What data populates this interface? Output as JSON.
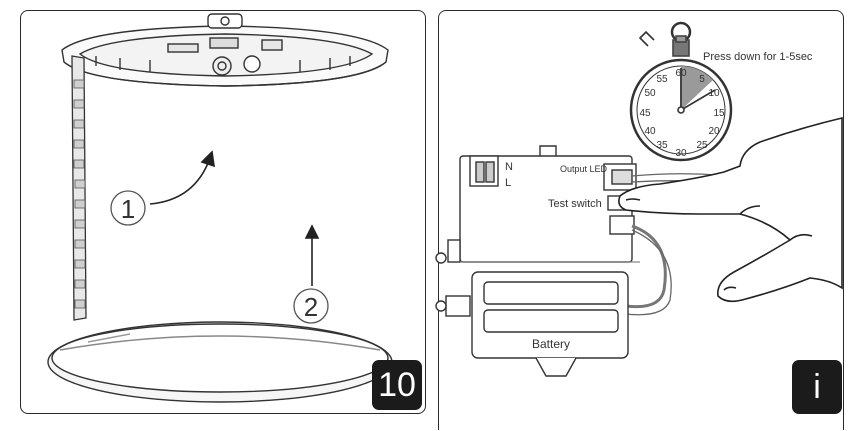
{
  "steps": {
    "left_badge": "10",
    "right_badge": "i"
  },
  "left_panel": {
    "callouts": [
      "1",
      "2"
    ]
  },
  "right_panel": {
    "instruction": "Press down for 1-5sec",
    "stopwatch_numbers": [
      "60",
      "5",
      "10",
      "15",
      "20",
      "25",
      "30",
      "35",
      "40",
      "45",
      "50",
      "55"
    ],
    "terminal_labels": [
      "N",
      "L"
    ],
    "output_led_label": "Output LED",
    "test_switch_label": "Test switch",
    "battery_label": "Battery"
  }
}
